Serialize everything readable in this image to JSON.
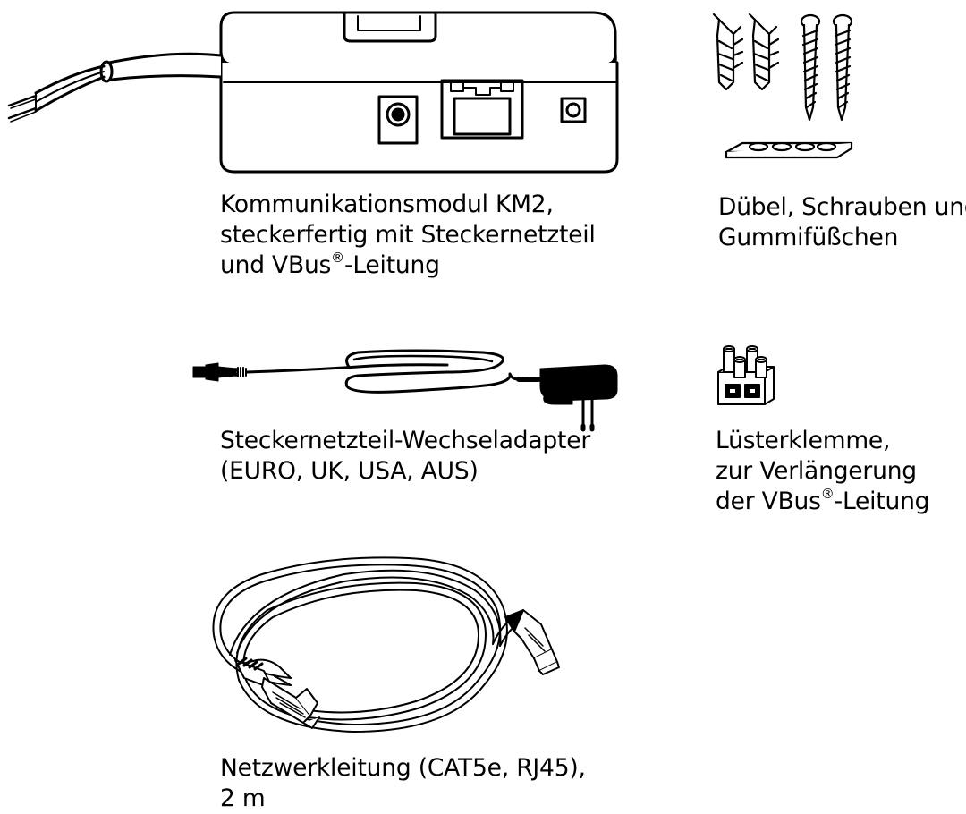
{
  "items": [
    {
      "id": "km2",
      "lines": [
        "Kommunikationsmodul KM2,",
        "steckerfertig mit Steckernetzteil",
        "und VBus",
        "-Leitung"
      ]
    },
    {
      "id": "screws",
      "lines": [
        "Dübel, Schrauben und",
        "Gummifüßchen"
      ]
    },
    {
      "id": "adapter",
      "lines": [
        "Steckernetzteil-Wechseladapter",
        "(EURO, UK, USA, AUS)"
      ]
    },
    {
      "id": "terminal",
      "lines": [
        "Lüsterklemme,",
        "zur Verlängerung",
        "der VBus",
        "-Leitung"
      ]
    },
    {
      "id": "cable",
      "lines": [
        "Netzwerkleitung (CAT5e, RJ45),",
        "2 m"
      ]
    }
  ],
  "symbols": {
    "registered": "®"
  },
  "icons": [
    "module-illustration",
    "dowels-screws-illustration",
    "power-adapter-illustration",
    "terminal-block-illustration",
    "network-cable-illustration"
  ]
}
